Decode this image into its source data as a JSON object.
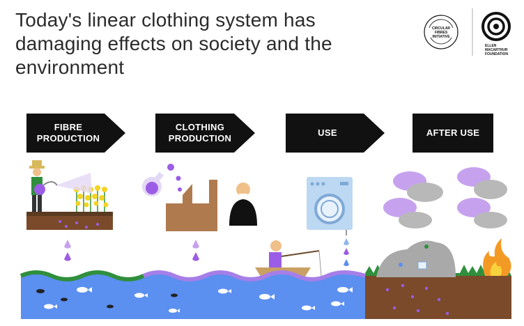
{
  "title": "Today's linear clothing system has damaging effects on society and the environment",
  "logos": {
    "circular_fibres": [
      "CIRCULAR",
      "FIBRES",
      "INITIATIVE"
    ],
    "emf": [
      "ELLEN",
      "MACARTHUR",
      "FOUNDATION"
    ]
  },
  "stages": [
    {
      "label": "FIBRE\nPRODUCTION"
    },
    {
      "label": "CLOTHING\nPRODUCTION"
    },
    {
      "label": "USE"
    },
    {
      "label": "AFTER USE"
    }
  ],
  "colors": {
    "arrow": "#111111",
    "water": "#5b8ff0",
    "wave_green": "#2f8f3c",
    "wave_purple": "#a67ee8",
    "pollution_purple": "#9b5de5",
    "soil": "#7a4a2a",
    "cloud_purple": "#c6a2ee",
    "cloud_grey": "#b8b8b8",
    "factory": "#b07a4f",
    "fire": "#f39a25"
  }
}
